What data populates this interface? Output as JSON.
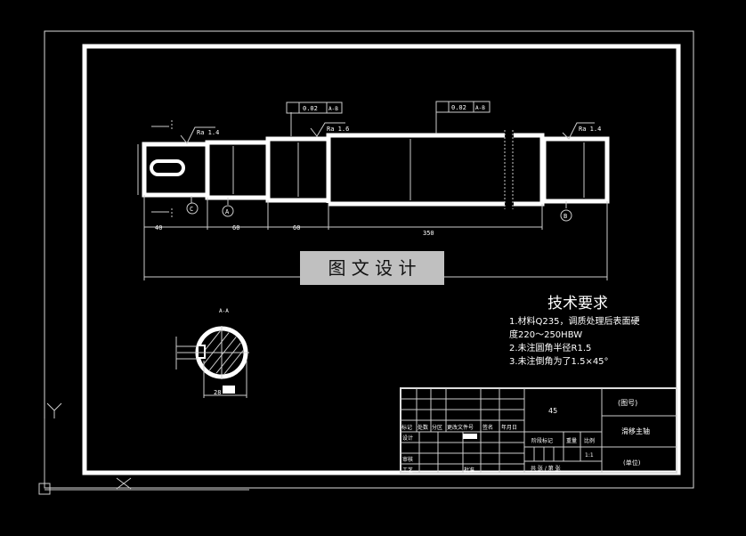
{
  "watermark": "图 文 设 计",
  "tech_requirements": {
    "title": "技术要求",
    "lines": [
      "1.材料Q235，调质处理后表面硬",
      "度220～250HBW",
      "2.未注圆角半径R1.5",
      "3.未注倒角为了1.5×45°"
    ]
  },
  "tolerances": [
    {
      "value": "0.02",
      "datum": "A-B"
    },
    {
      "value": "0.02",
      "datum": "A-B"
    }
  ],
  "roughness": [
    "Ra 1.4",
    "Ra 1.6",
    "Ra 1.4"
  ],
  "datums": [
    "C",
    "A",
    "B"
  ],
  "section_label": "A-A",
  "section_dim": "28",
  "dimensions": [
    "40",
    "60",
    "60",
    "350"
  ],
  "title_block": {
    "material": "45",
    "drawing_no": "(图号)",
    "part_name": "滑移主轴",
    "unit": "(单位)",
    "scale_label": "比例",
    "scale": "1:1",
    "weight_label": "重量",
    "stage_mark_label": "阶段标记",
    "sheet_text": "共  张 / 第  张",
    "headers": [
      "标记",
      "处数",
      "分区",
      "更改文件号",
      "签名",
      "年月日"
    ],
    "design": "设计",
    "check": "审核",
    "process": "工艺",
    "approve": "批准"
  },
  "ucs": {
    "x": "X",
    "y": "Y"
  },
  "colors": {
    "background": "#000000",
    "lines": "#ffffff",
    "watermark_bg": "#c0c0c0"
  }
}
